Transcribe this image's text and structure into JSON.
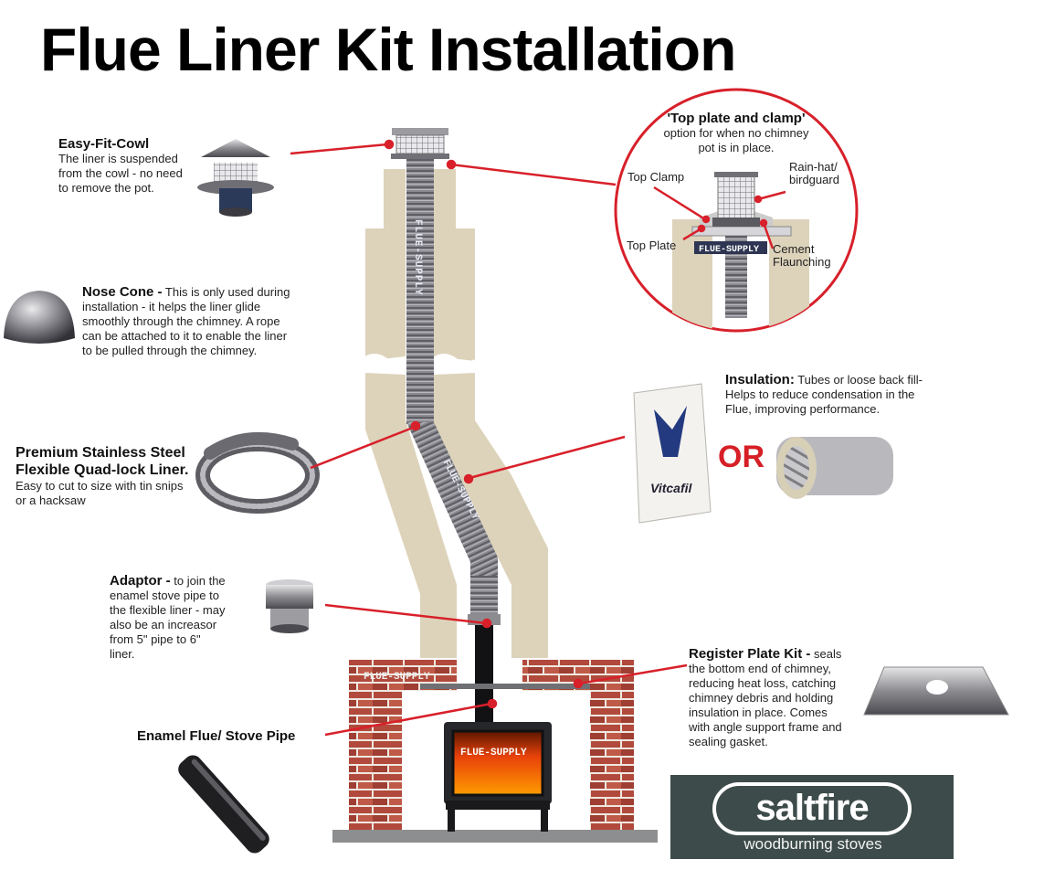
{
  "title": "Flue Liner Kit Installation",
  "cowl": {
    "heading": "Easy-Fit-Cowl",
    "lines": [
      "The liner is suspended",
      "from the cowl - no need",
      "to remove the pot."
    ]
  },
  "nose_cone": {
    "heading": "Nose Cone -",
    "lines": [
      " This is only used during",
      "installation - it helps the liner glide",
      "smoothly through the chimney. A rope",
      "can be attached to it to enable the liner",
      "to be pulled through the chimney."
    ]
  },
  "liner": {
    "heading_lines": [
      "Premium Stainless Steel",
      "Flexible Quad-lock Liner."
    ],
    "lines": [
      "Easy to cut to size with tin snips",
      "or a hacksaw"
    ]
  },
  "adaptor": {
    "heading": "Adaptor -",
    "lines": [
      " to join the",
      "enamel stove pipe to",
      "the flexible liner - may",
      "also be an increasor",
      "from 5\" pipe to 6\"",
      "liner."
    ]
  },
  "enamel": {
    "heading": "Enamel Flue/ Stove Pipe"
  },
  "top_plate": {
    "heading": "'Top plate and clamp'",
    "lines": [
      "option for when no chimney",
      "pot is in place."
    ],
    "labels": {
      "top_clamp": "Top Clamp",
      "rain_hat": [
        "Rain-hat/",
        "birdguard"
      ],
      "top_plate": "Top Plate",
      "flaunching": [
        "Cement",
        "Flaunching"
      ]
    }
  },
  "insulation": {
    "heading": "Insulation:",
    "lines": [
      " Tubes or loose back fill-",
      "Helps to reduce condensation in the",
      "Flue, improving performance."
    ],
    "or_text": "OR",
    "bag_brand": "Vitcafil"
  },
  "register": {
    "heading": "Register Plate Kit -",
    "lines": [
      " seals",
      "the bottom end of chimney,",
      "reducing heat loss, catching",
      "chimney debris and holding",
      "insulation in place. Comes",
      "with angle support frame and",
      "sealing gasket."
    ]
  },
  "pipe_brand": "FLUE-SUPPLY",
  "logo": {
    "name": "saltfire",
    "tagline": "woodburning stoves"
  },
  "colors": {
    "chimney": "#ddd3bb",
    "brick": "#a8463a",
    "leader": "#d8202a",
    "logo_bg": "#3d4c4a",
    "liner": "#7f7f85"
  }
}
